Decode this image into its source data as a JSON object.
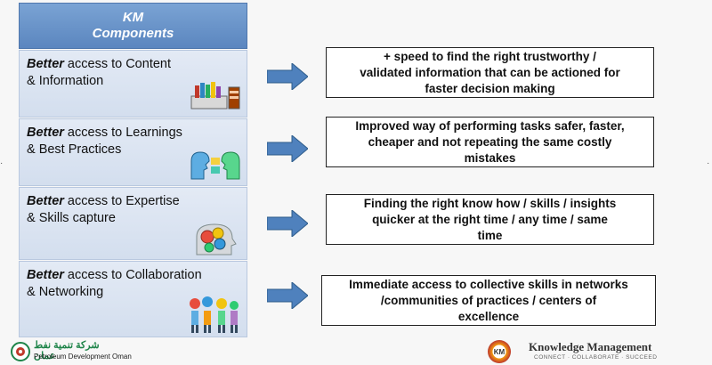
{
  "header": {
    "line1": "KM",
    "line2": "Components"
  },
  "components": [
    {
      "emph": "Better",
      "rest": " access to Content",
      "line2": "& Information",
      "icon": "books-icon",
      "benefit": [
        "+ speed to find the right trustworthy /",
        "validated information that can be actioned for",
        "faster decision making"
      ]
    },
    {
      "emph": "Better",
      "rest": " access to Learnings",
      "line2": "& Best Practices",
      "icon": "two-heads-icon",
      "benefit": [
        "Improved way of performing tasks safer, faster,",
        "cheaper and not repeating the same costly",
        "mistakes"
      ]
    },
    {
      "emph": "Better",
      "rest": " access to Expertise",
      "line2": "& Skills capture",
      "icon": "gears-head-icon",
      "benefit": [
        "Finding the right know how / skills / insights",
        "quicker at the right time / any time / same",
        "time"
      ]
    },
    {
      "emph": "Better",
      "rest": " access to Collaboration",
      "line2": "&  Networking",
      "icon": "people-gears-icon",
      "benefit": [
        "Immediate access to collective skills in networks",
        "/communities of practices / centers of",
        "excellence"
      ]
    }
  ],
  "footer": {
    "pdo_name": "Petroleum Development Oman",
    "pdo_arabic": "شركة تنمية نفط عمان",
    "km_title": "Knowledge Management",
    "km_tagline": "CONNECT · COLLABORATE · SUCCEED",
    "km_badge": "KM"
  },
  "colors": {
    "header": "#5b86bf",
    "panel": "#dbe4f1",
    "arrow": "#4f81bd"
  }
}
